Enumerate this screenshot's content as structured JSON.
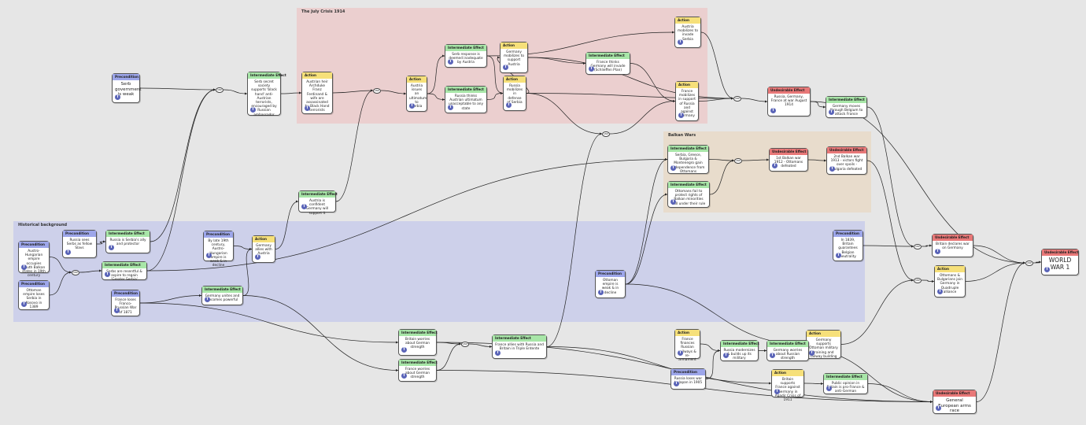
{
  "colors": {
    "precondition": "#9da6ea",
    "intermediate": "#a8e6a8",
    "action": "#f6e07a",
    "undesirable": "#e87878",
    "group_july": "#ebcfcf",
    "group_balkan": "#e8dccc",
    "group_historical": "#cdd0ea"
  },
  "groups": {
    "july": "The July Crisis 1914",
    "balkan": "Balkan Wars",
    "historical": "Historical background"
  },
  "type_labels": {
    "pre": "Precondition",
    "int": "Intermediate Effect",
    "act": "Action",
    "und": "Undesirable Effect"
  },
  "badge_text": "T",
  "and_label": "AND",
  "nodes": {
    "serb_gov_weak": "Serb government is weak",
    "serb_secret_society": "Serb secret society supports 'black hand' anti-Austrian terrorists, encouraged by Russian ambassador",
    "assassination": "Austrian heir Archduke Franz Ferdinand & wife are assassinated by Black Hand terrorists",
    "austria_ultimatum": "Austria issues an ultimatum to Serbia",
    "serb_response": "Serb response is deemed inadequate by Austria",
    "russia_thinks": "Russia thinks Austrian ultimatum unacceptable to any state",
    "germany_mobilizes": "Germany mobilizes to support Austria",
    "russia_mobilizes": "Russia mobilizes in defense of Serbia",
    "austria_mobilizes": "Austria mobilizes to invade Serbia",
    "france_thinks": "France thinks Germany will invade (Schlieffen Plan)",
    "france_mobilizes": "France mobilizes in support of Russia and against Germany",
    "war_aug_1914": "Russia, Germany, France at war August 1914",
    "germany_belgium": "Germany moves through Belgium to attack France",
    "austria_confident": "Austria is confident Germany will support it",
    "serbia_greece": "Serbia, Greece, Bulgaria & Montenegro gain independence from Ottomans",
    "ottomans_fail": "Ottomans fail to protect rights of Balkan minorities still under their rule",
    "first_balkan": "1st Balkan war 1912 - Ottomans defeated",
    "second_balkan": "2nd Balkan war 1913 - victors fight over spoils - Bulgaria defeated",
    "austro_empire": "Austro-Hungarian empire occupies South Balkan states in 19th century",
    "ottoman_empire": "Ottoman empire loses Serbia in Kosovo in 1389",
    "russia_sees": "Russia sees Serbs as fellow Slavs",
    "russia_ally": "Russia is Serbia's ally and protector",
    "serbs_resentful": "Serbs are resentful & aspire to regain 'Greater Serbia'",
    "by_late_19th": "By late 19th century, Austro-Hungarian empire is weak & in decline",
    "germany_allies": "Germany allies with Austria",
    "germany_unites": "Germany unites and becomes powerful",
    "france_loses": "France loses Franco-Prussian War of 1871",
    "britain_worries": "Britain worries about German strength",
    "france_worries": "France worries about German strength",
    "france_allies": "France allies with Russia and Britain in Triple Entente",
    "ottoman_weak": "Ottoman empire is weak & in decline",
    "britain_1839": "In 1839, Britain guarantees Belgian neutrality",
    "britain_declares": "Britain declares war on Germany",
    "ottomans_bulgarians": "Ottomans & Bulgarians join Germany in Quadruple alliance",
    "germany_supports": "Germany supports Ottoman military training and railway building",
    "france_finances": "France finances Russian railways & re-armament",
    "russia_modernizes": "Russia modernizes & builds up its military",
    "germany_worries": "Germany worries about Russian strength",
    "russia_loses": "Russia loses war to Japan in 1905",
    "britain_supports": "Britain supports France against Germany in Agadir Crisis of 1911",
    "public_opinion": "Public opinion in Britain is pro-France & anti-German",
    "arms_race": "General European arms race",
    "ww1": "WORLD WAR 1"
  }
}
